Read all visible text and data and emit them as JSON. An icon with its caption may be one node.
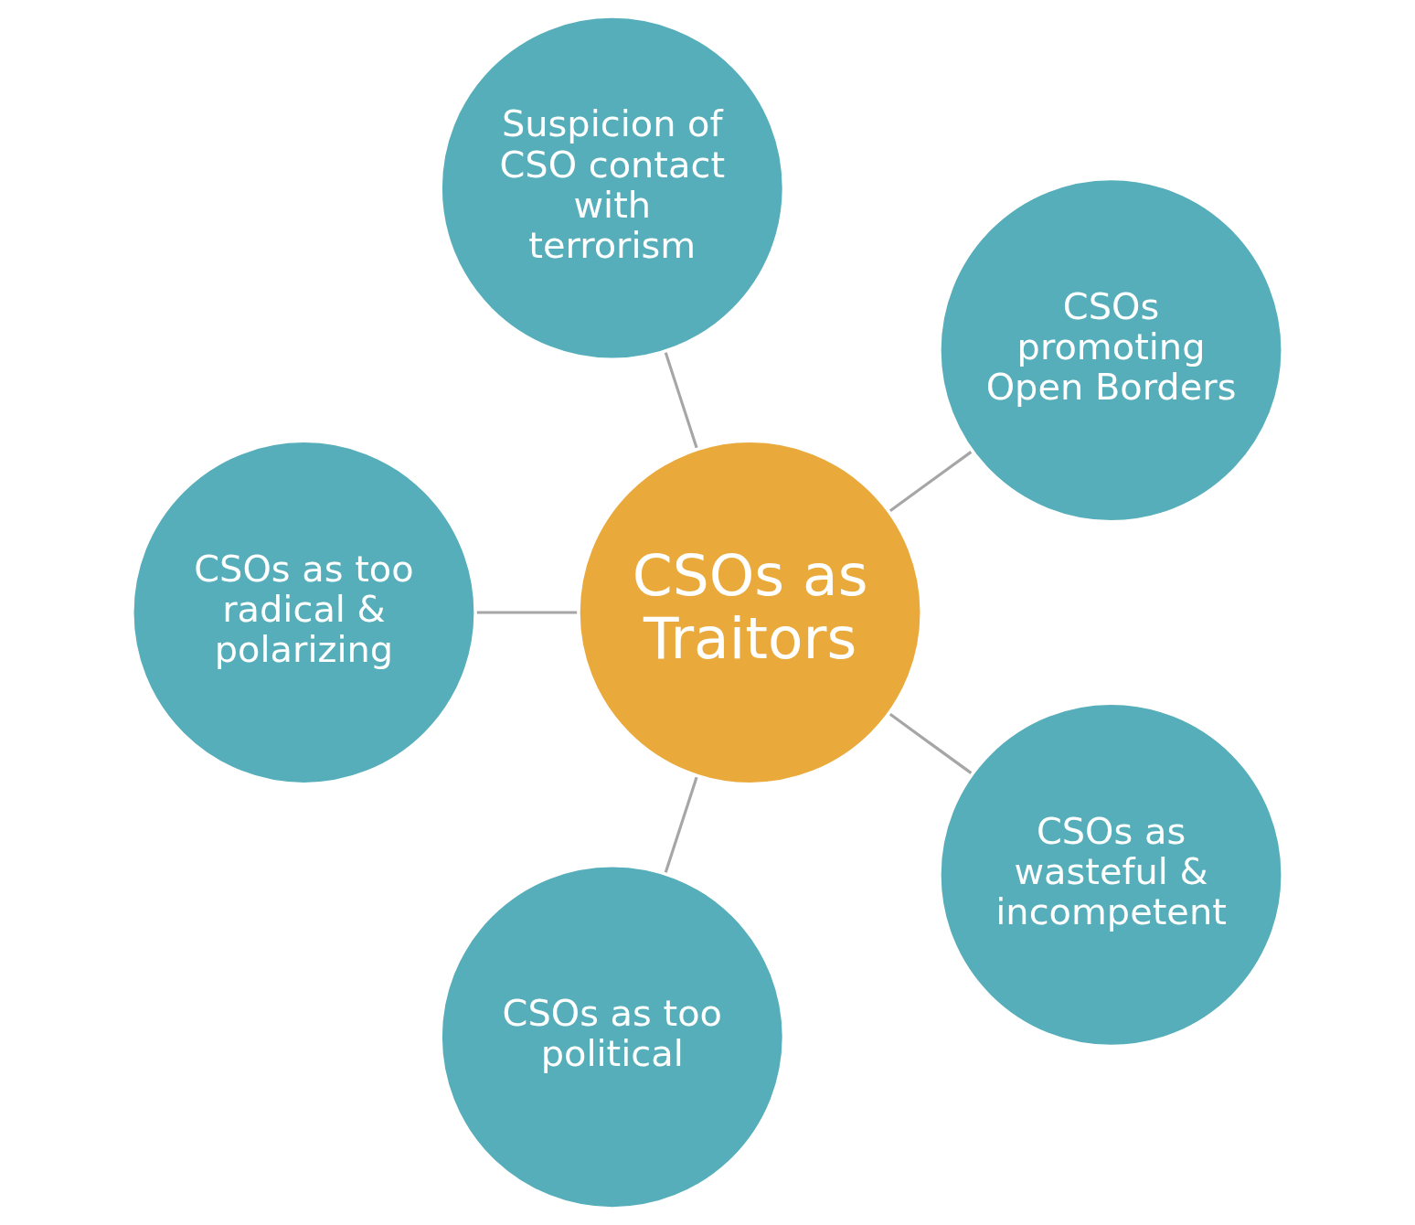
{
  "diagram": {
    "nodes": [
      {
        "text": [
          "Suspicion of CSO contact with terrorism"
        ]
      },
      {
        "text": [
          "CSOs as too radical & polarizing"
        ]
      },
      {
        "text": [
          "CSOs promoting Open Borders"
        ]
      },
      {
        "text": [
          "CSOs as Traitors"
        ]
      },
      {
        "text": [
          "CSOs as too political"
        ]
      },
      {
        "text": [
          "CSOs as wasteful & incompetent"
        ]
      }
    ],
    "edges": [
      {
        "from": 3,
        "to": 0,
        "arrow": "none"
      },
      {
        "from": 3,
        "to": 2,
        "arrow": "none"
      },
      {
        "from": 3,
        "to": 5,
        "arrow": "none"
      },
      {
        "from": 3,
        "to": 4,
        "arrow": "none"
      },
      {
        "from": 3,
        "to": 1,
        "arrow": "none"
      }
    ]
  }
}
